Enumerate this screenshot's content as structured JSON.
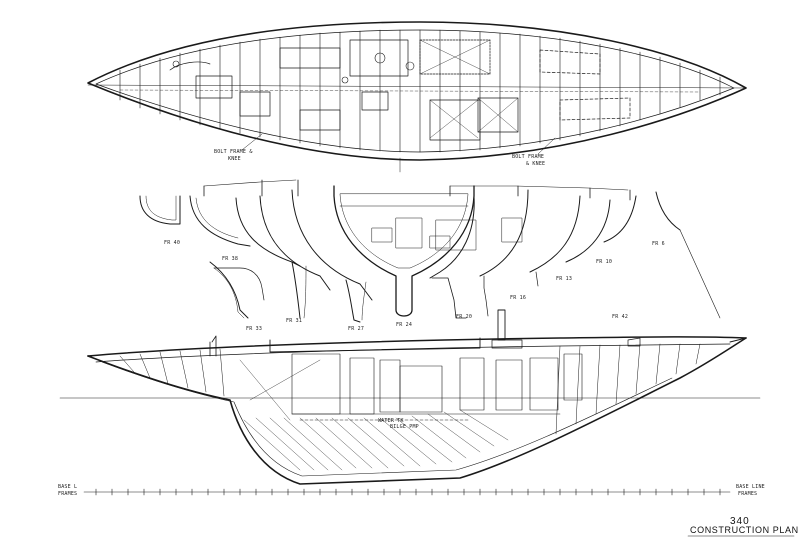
{
  "plan_view": {
    "callouts": [
      {
        "text": "BOLT FRAME &"
      },
      {
        "text": "KNEE"
      },
      {
        "text": "BOLT FRAME"
      },
      {
        "text": "& KNEE"
      }
    ]
  },
  "sections": {
    "labels": [
      "FR 40",
      "FR 38",
      "FR 33",
      "FR 31",
      "FR 27",
      "FR 24",
      "FR 20",
      "FR 16",
      "FR 13",
      "FR 10",
      "FR 6",
      "FR 42"
    ]
  },
  "profile": {
    "callouts": [
      {
        "text": "WATER TK"
      },
      {
        "text": "BILGE PMP"
      }
    ]
  },
  "baseline": {
    "left_label_1": "BASE L",
    "left_label_2": "FRAMES",
    "right_label_1": "BASE LINE",
    "right_label_2": "FRAMES"
  },
  "title_block": {
    "number": "340",
    "title": "CONSTRUCTION PLAN"
  }
}
